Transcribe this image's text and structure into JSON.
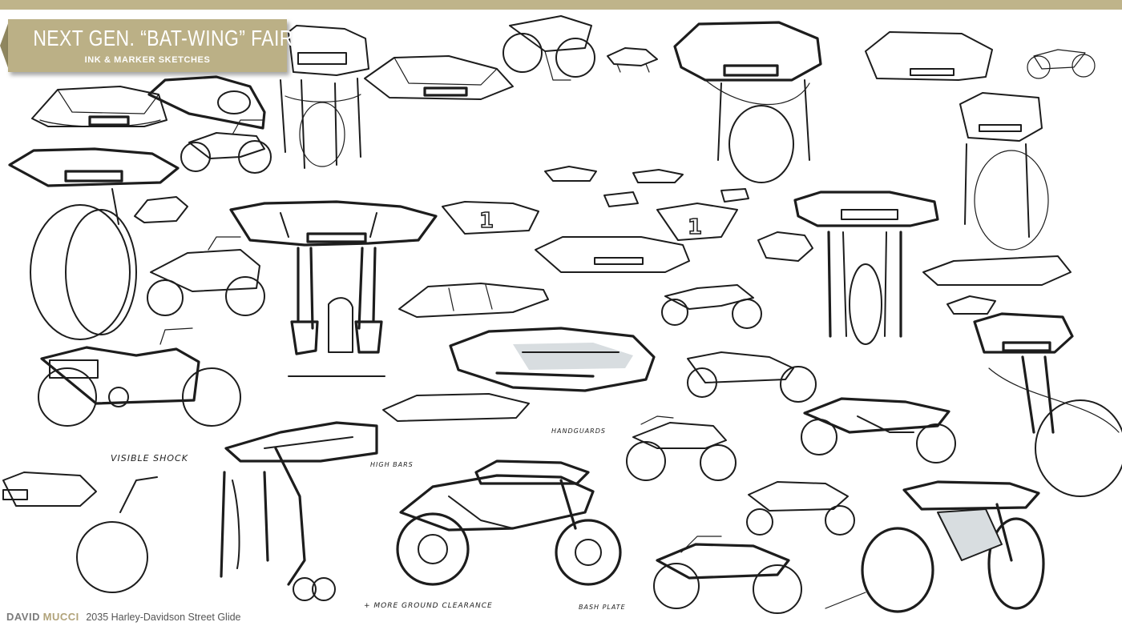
{
  "title_card": {
    "title": "NEXT GEN. “BAT-WING” FAIRING",
    "subtitle": "INK & MARKER SKETCHES"
  },
  "credit": {
    "first_name": "DAVID",
    "last_name": "MUCCI",
    "description": "2035 Harley-Davidson Street Glide"
  },
  "annotations": {
    "visible_shock": "VISIBLE SHOCK",
    "high_bars": "HIGH BARS",
    "handguards": "HANDGUARDS",
    "more_ground_clearance": "+ MORE GROUND CLEARANCE",
    "bash_plate": "BASH PLATE"
  },
  "colors": {
    "accent_gold": "#bbb086",
    "band": "#bfb48a",
    "ink": "#1d1d1d",
    "credit_gray": "#7b7b7b",
    "credit_gold": "#b1a37a"
  }
}
